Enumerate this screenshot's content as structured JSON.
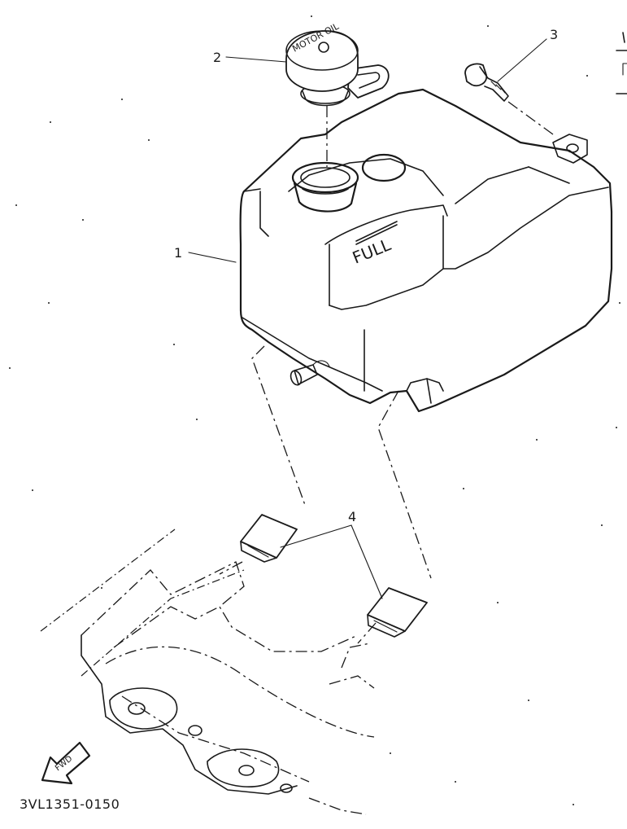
{
  "diagram": {
    "callouts": [
      {
        "id": "1",
        "label": "1"
      },
      {
        "id": "2",
        "label": "2"
      },
      {
        "id": "3",
        "label": "3"
      },
      {
        "id": "4",
        "label": "4"
      }
    ],
    "tank_marking": "FULL",
    "cap_marking": "MOTOR OIL",
    "fwd_marking": "FWD",
    "drawing_code": "3VL1351-0150"
  }
}
